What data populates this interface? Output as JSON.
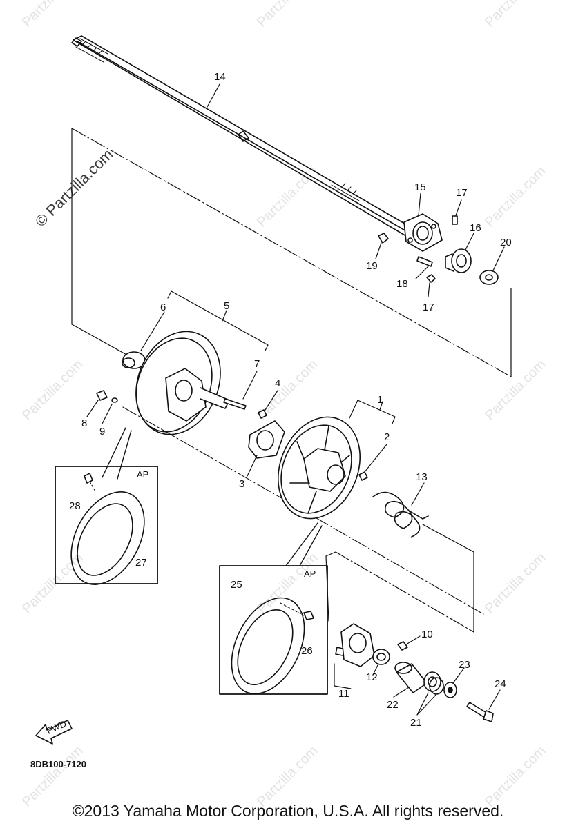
{
  "watermark": {
    "text": "Partzilla.com",
    "side_text": "© Partzilla.com"
  },
  "callouts": [
    {
      "id": "c14",
      "label": "14"
    },
    {
      "id": "c15",
      "label": "15"
    },
    {
      "id": "c17a",
      "label": "17"
    },
    {
      "id": "c16",
      "label": "16"
    },
    {
      "id": "c20",
      "label": "20"
    },
    {
      "id": "c19",
      "label": "19"
    },
    {
      "id": "c18",
      "label": "18"
    },
    {
      "id": "c17b",
      "label": "17"
    },
    {
      "id": "c6",
      "label": "6"
    },
    {
      "id": "c5",
      "label": "5"
    },
    {
      "id": "c7",
      "label": "7"
    },
    {
      "id": "c4",
      "label": "4"
    },
    {
      "id": "c8",
      "label": "8"
    },
    {
      "id": "c9",
      "label": "9"
    },
    {
      "id": "c1",
      "label": "1"
    },
    {
      "id": "c2",
      "label": "2"
    },
    {
      "id": "c3",
      "label": "3"
    },
    {
      "id": "c13",
      "label": "13"
    },
    {
      "id": "c28",
      "label": "28"
    },
    {
      "id": "c27",
      "label": "27"
    },
    {
      "id": "c25",
      "label": "25"
    },
    {
      "id": "c26",
      "label": "26"
    },
    {
      "id": "c10",
      "label": "10"
    },
    {
      "id": "c12",
      "label": "12"
    },
    {
      "id": "c11",
      "label": "11"
    },
    {
      "id": "c22",
      "label": "22"
    },
    {
      "id": "c23",
      "label": "23"
    },
    {
      "id": "c24",
      "label": "24"
    },
    {
      "id": "c21",
      "label": "21"
    }
  ],
  "inset_labels": {
    "left": "AP",
    "right": "AP"
  },
  "fwd_label": "FWD",
  "diagram_code": "8DB100-7120",
  "copyright": "©2013 Yamaha Motor Corporation, U.S.A. All rights reserved."
}
